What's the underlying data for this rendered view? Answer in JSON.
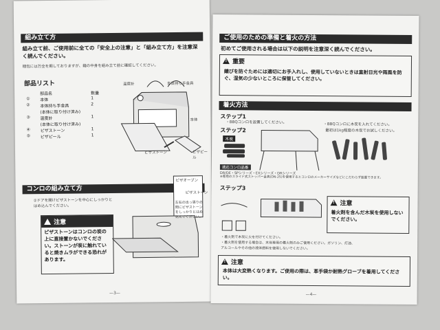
{
  "left": {
    "assembly_title": "組み立て方",
    "assembly_text": "組み立て前、ご使用前に全ての「安全上の注意」と「組み立て方」を注意深く読んでください。",
    "assembly_note": "梱包には万全を期しておりますが、箱の中身を組み立て前に確認してください。",
    "parts_title": "部品リスト",
    "parts_headers": [
      "部品名",
      "数量"
    ],
    "parts": [
      {
        "no": "①",
        "name": "本体",
        "qty": "1"
      },
      {
        "no": "②",
        "name": "本体持ち手金具",
        "qty": "2"
      },
      {
        "no": "",
        "name": "(本体に取り付け済み)",
        "qty": ""
      },
      {
        "no": "③",
        "name": "温度計",
        "qty": "1"
      },
      {
        "no": "",
        "name": "(本体に取り付け済み)",
        "qty": ""
      },
      {
        "no": "④",
        "name": "ピザストーン",
        "qty": "1"
      },
      {
        "no": "⑤",
        "name": "ピザピール",
        "qty": "1"
      }
    ],
    "labels": {
      "thermometer": "温度計",
      "handle": "本体持ち手金具",
      "body": "本体",
      "stone": "ピザストーン",
      "peel": "ピザピール",
      "oven": "ピザオーブン",
      "stone2": "ピザストーン",
      "callout": "左右の出っ張りの間にピザストーンをしっかりとはめ込んでください。"
    },
    "stove_title": "コンロの組み立て方",
    "stove_text": "①ドアを開けピザストーンを中心にしっかりとはめ込んでください。",
    "caution_title": "注意",
    "caution_text": "ピザストーンはコンロの炭の上に直接置かないでください。ストーンが炭に触れていると焼きムラができる恐れがあります。",
    "page_no": "—3—"
  },
  "right": {
    "prep_title": "ご使用のための準備と着火の方法",
    "prep_text": "初めてご使用される場合は以下の説明を注意深く読んでください。",
    "important_title": "重要",
    "important_text": "錆びを防ぐためには適切にお手入れし、使用していないときは直射日光や雨風を防ぐ、湿気の少ないところに保管してください。",
    "ignite_title": "着火方法",
    "step1": "ステップ1",
    "step1_text": "・BBQコンロを設置してください。",
    "step1_right": "・BBQコンロに木炭を入れてください。",
    "step1_right2": "最初は1kg程度の木炭でお試しください。",
    "step2": "ステップ2",
    "charcoal": "木炭",
    "compat_title": "適応コンロ品番",
    "compat_text": "DR/DE・SPシリーズ・EXシリーズ・DRシリーズ",
    "compat_note": "※専用のスライド式ストッパー金具(DN-25)を使用するとコンロのメーカーサイズなどにこだわらず設置できます。",
    "step3": "ステップ3",
    "caution2_title": "注意",
    "caution2_text": "着火剤を含んだ木炭を使用しないでください。",
    "bullets": [
      "・着火剤で木炭に火を付けてください。",
      "・着火剤を使用する場合は、木炭専用の着火剤のみご使用ください。ガソリン、灯油、",
      "  アルコールやその他の液体燃料を使用しないでください。"
    ],
    "caution3_title": "注意",
    "caution3_text": "本体は大変熱くなります。ご使用の際は、革手袋か耐熱グローブを着用してください。",
    "page_no": "—4—"
  }
}
